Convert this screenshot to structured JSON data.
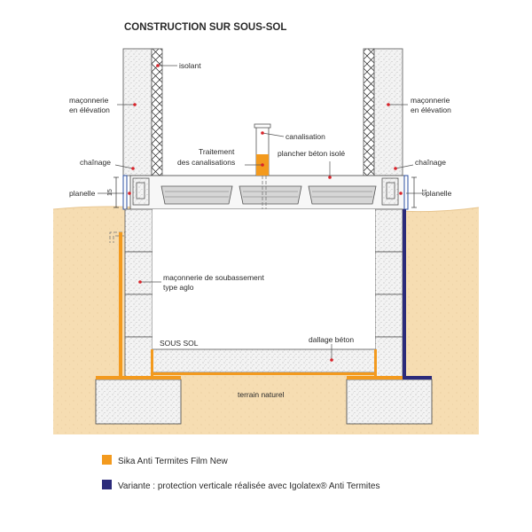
{
  "title": "CONSTRUCTION SUR SOUS-SOL",
  "labels": {
    "isolant": "isolant",
    "maconnerie_left_1": "maçonnerie",
    "maconnerie_left_2": "en élévation",
    "maconnerie_right_1": "maçonnerie",
    "maconnerie_right_2": "en élévation",
    "canalisation": "canalisation",
    "traitement_1": "Traitement",
    "traitement_2": "des canalisations",
    "plancher": "plancher béton isolé",
    "chainage_left": "chaînage",
    "chainage_right": "chaînage",
    "planelle_left": "planelle",
    "planelle_right": "planelle",
    "dim_left": "15",
    "dim_right": "15",
    "soubassement_1": "maçonnerie de soubassement",
    "soubassement_2": "type aglo",
    "sous_sol": "SOUS SOL",
    "dallage": "dallage béton",
    "terrain": "terrain naturel"
  },
  "legend": [
    {
      "label": "Sika Anti Termites Film New",
      "color": "#f39a1e"
    },
    {
      "label": "Variante : protection verticale réalisée avec Igolatex® Anti Termites",
      "color": "#2b2a7a"
    }
  ],
  "colors": {
    "soil": "#f6ddb2",
    "film": "#f39a1e",
    "variant": "#2b2a7a",
    "marker": "#d8232a"
  }
}
